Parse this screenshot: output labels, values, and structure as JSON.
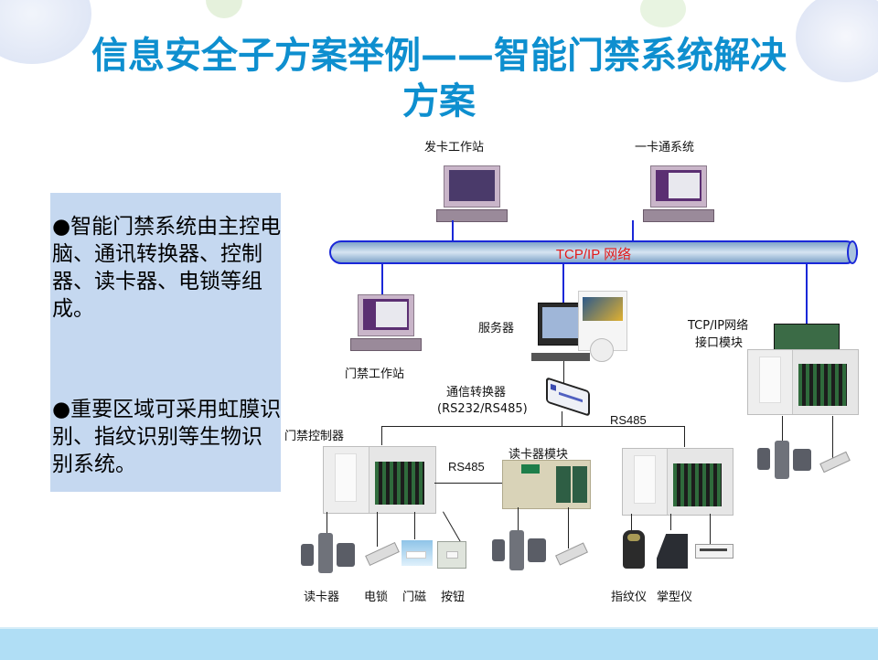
{
  "slide": {
    "title": "信息安全子方案举例——智能门禁系统解决方案",
    "title_line1": "信息安全子方案举例——智能门禁系统解决",
    "title_line2": "方案",
    "title_color": "#0e8fcf"
  },
  "left_panel": {
    "background": "#c5d8f0",
    "bullets": [
      "●智能门禁系统由主控电脑、通讯转换器、控制器、读卡器、电锁等组成。",
      "●重要区域可采用虹膜识别、指纹识别等生物识别系统。"
    ]
  },
  "diagram": {
    "network_label": "TCP/IP 网络",
    "network_label_color": "#e31b1b",
    "nodes": {
      "card_issuing_workstation": "发卡工作站",
      "one_card_system": "一卡通系统",
      "access_workstation": "门禁工作站",
      "server": "服务器",
      "converter": "通信转换器",
      "converter_protocol": "(RS232/RS485)",
      "tcpip_module_line1": "TCP/IP网络",
      "tcpip_module_line2": "接口模块",
      "access_controller": "门禁控制器",
      "reader_module": "读卡器模块",
      "rs485_right": "RS485",
      "rs485_left": "RS485"
    },
    "devices": {
      "card_reader": "读卡器",
      "electric_lock": "电锁",
      "door_magnet": "门磁",
      "button": "按钮",
      "fingerprint": "指纹仪",
      "palm": "掌型仪"
    }
  }
}
